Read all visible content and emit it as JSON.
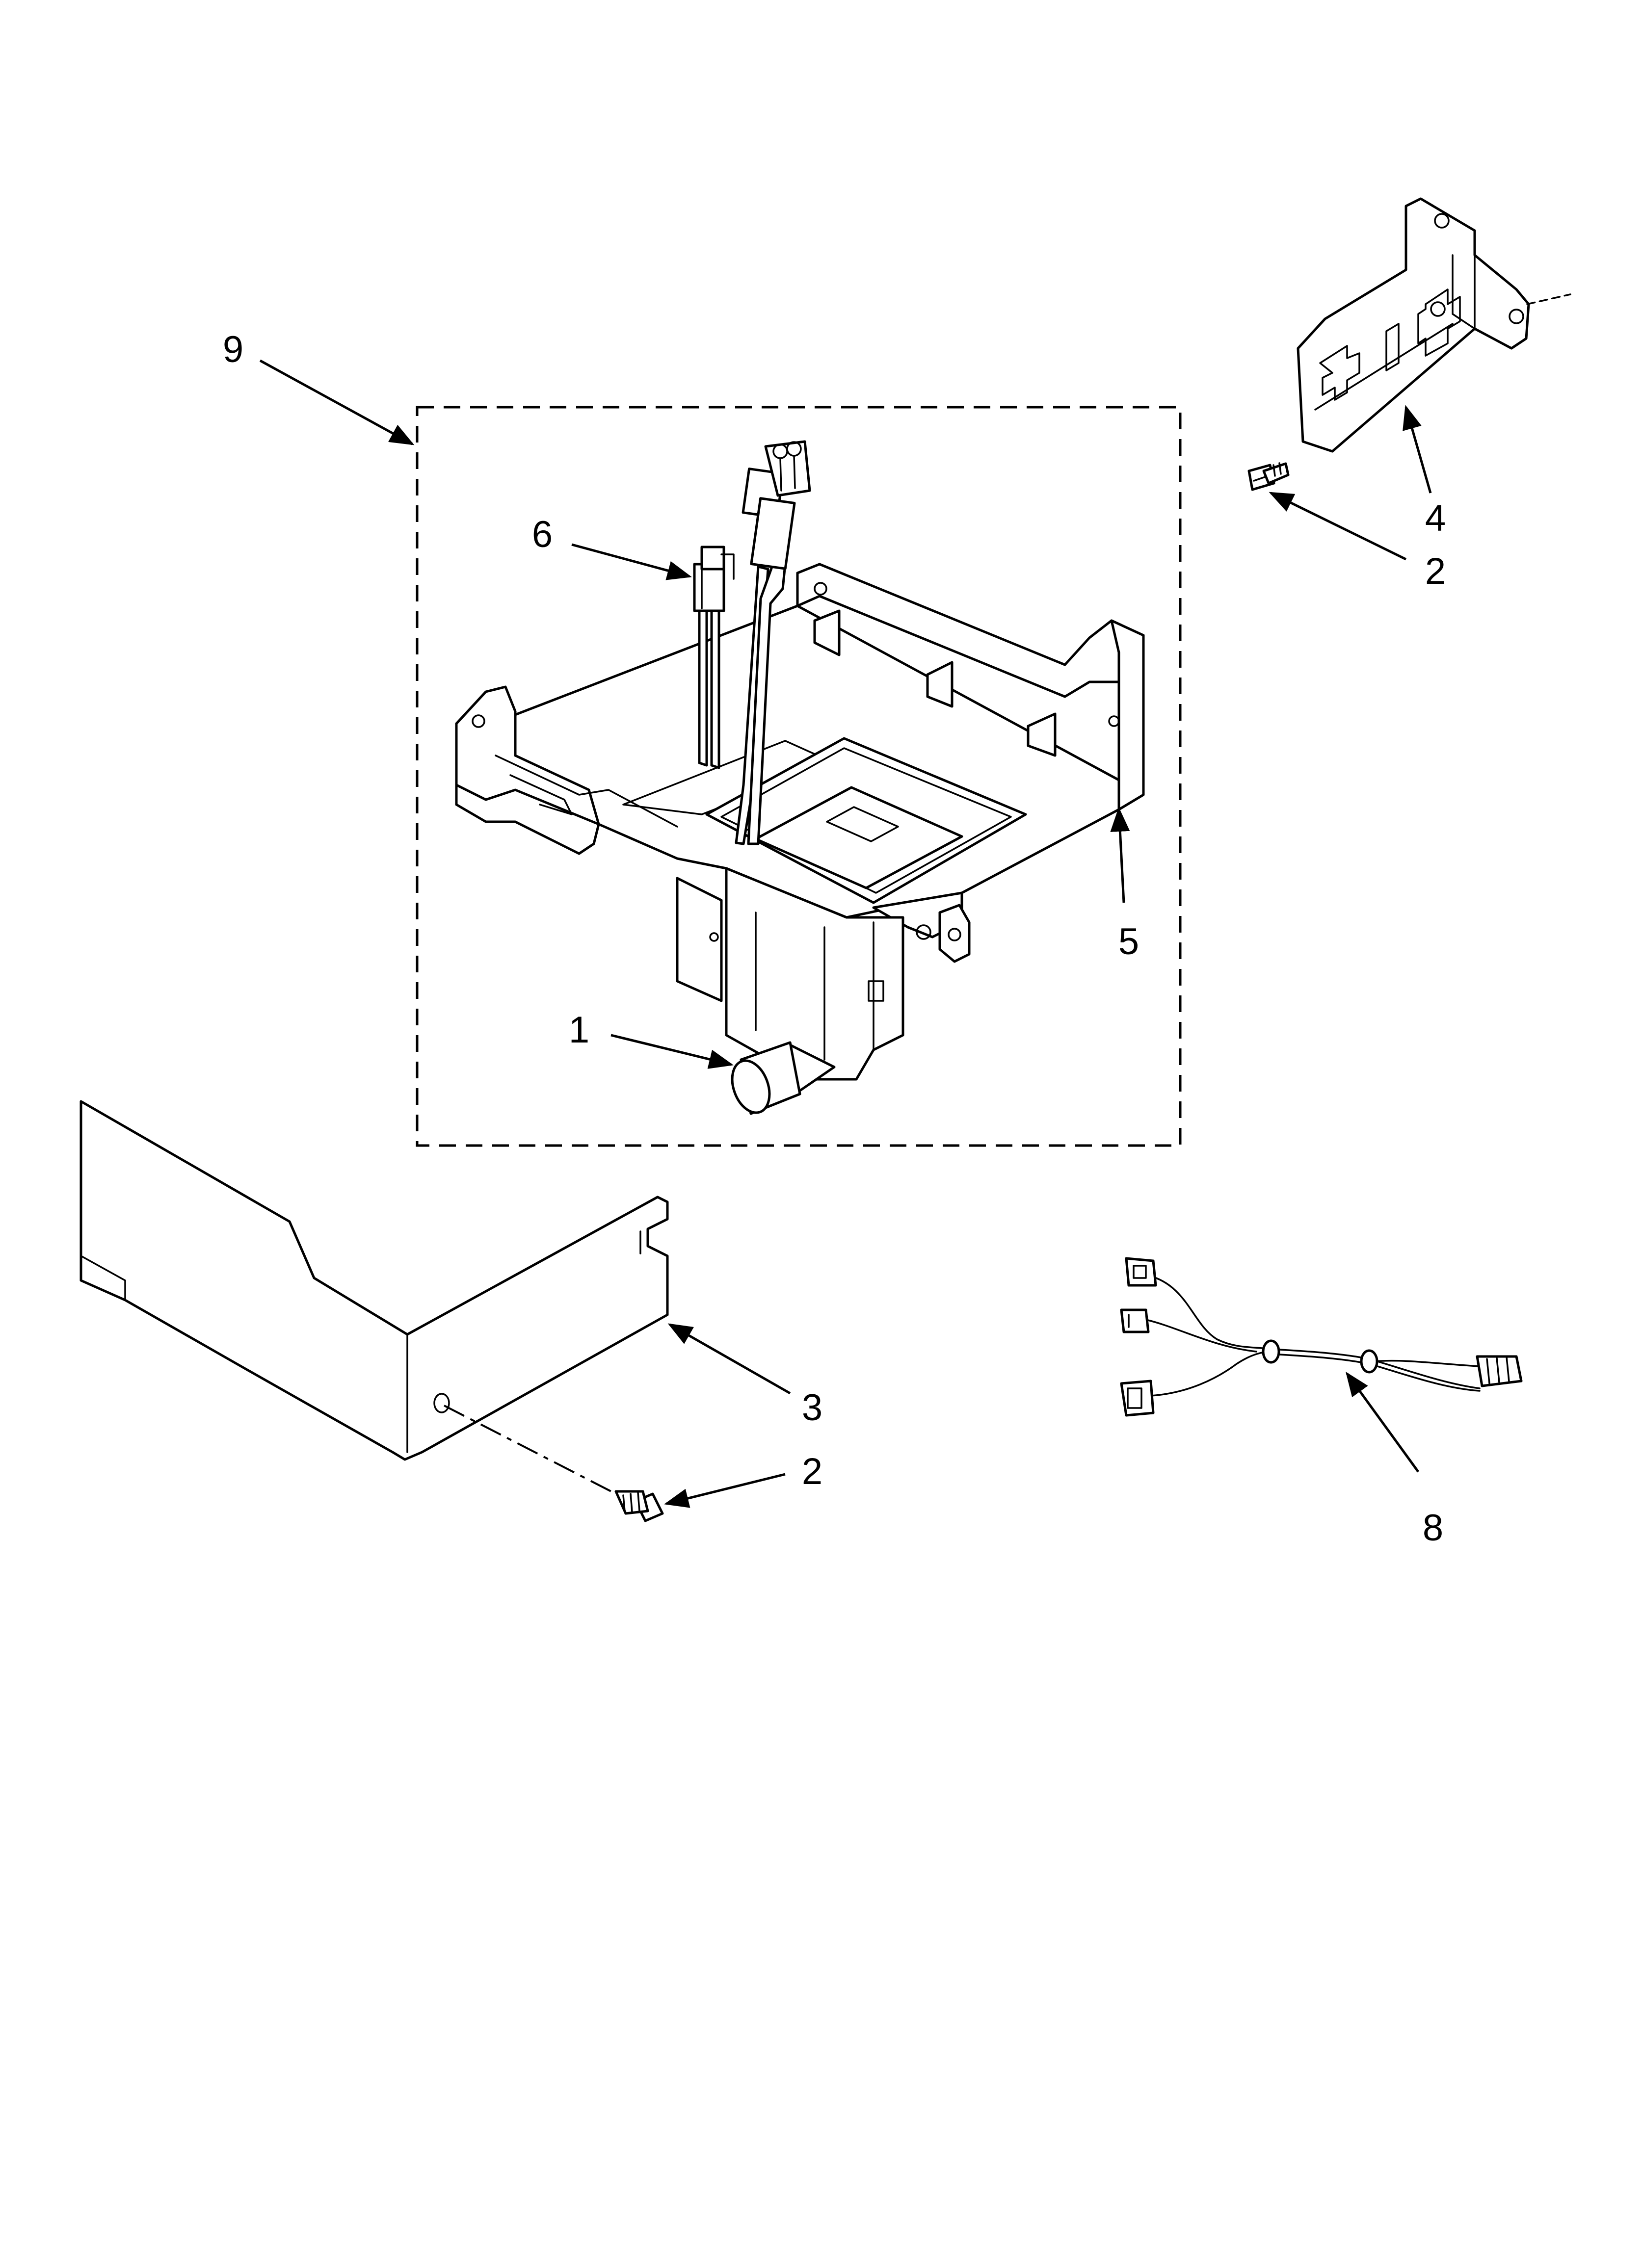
{
  "callouts": [
    {
      "id": "pump",
      "label": "1"
    },
    {
      "id": "screw-upper",
      "label": "2"
    },
    {
      "id": "screw-lower",
      "label": "2"
    },
    {
      "id": "cover",
      "label": "3"
    },
    {
      "id": "bracket",
      "label": "4"
    },
    {
      "id": "tray",
      "label": "5"
    },
    {
      "id": "pump-harness",
      "label": "6"
    },
    {
      "id": "wire-harness",
      "label": "8"
    },
    {
      "id": "pump-assembly",
      "label": "9"
    }
  ]
}
